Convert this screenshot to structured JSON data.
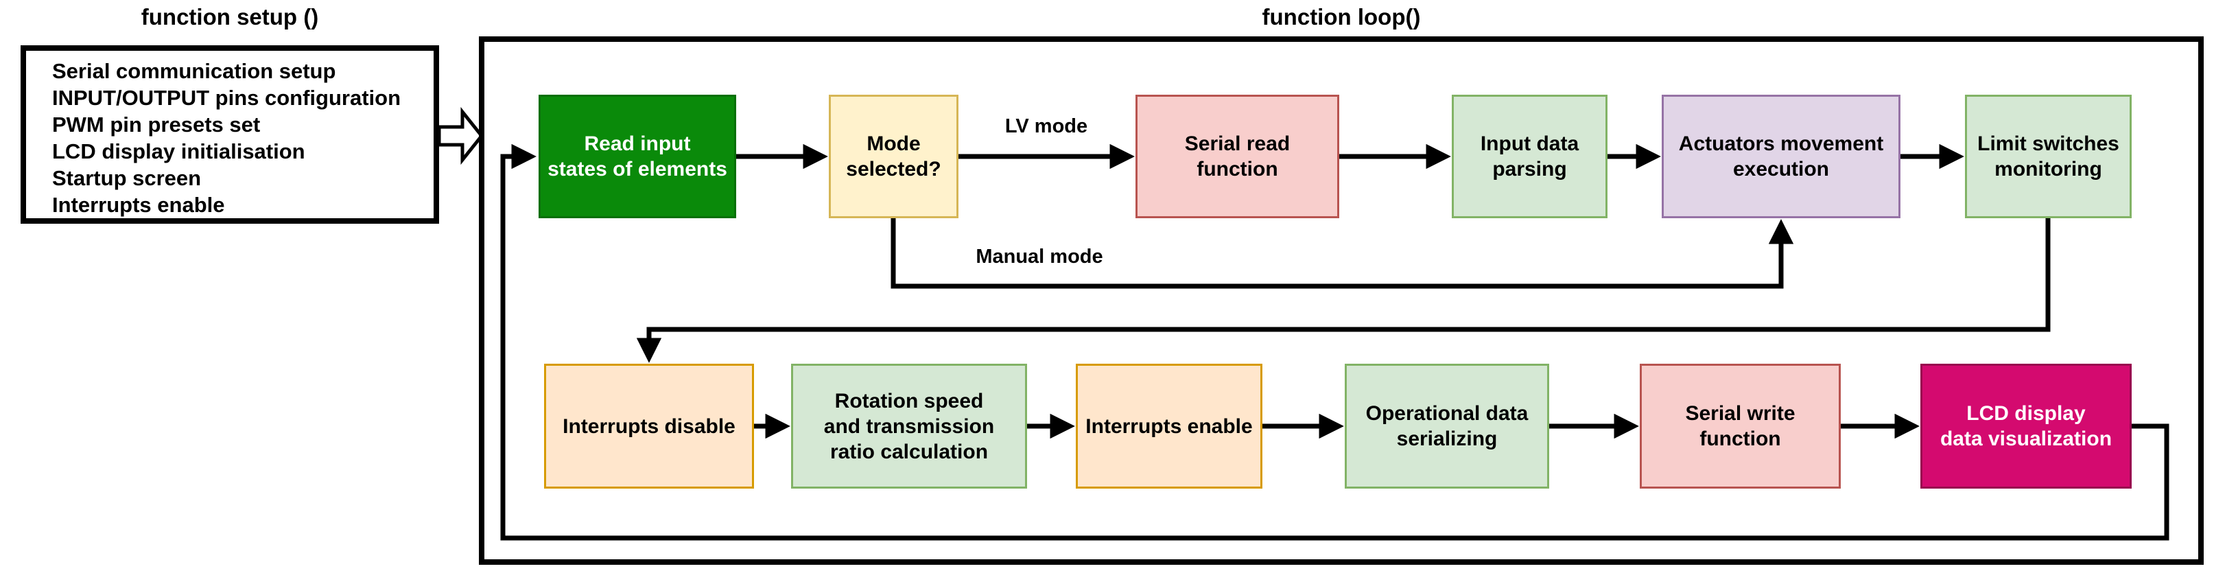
{
  "setup": {
    "title": "function setup ()",
    "items": [
      "Serial communication setup",
      "INPUT/OUTPUT pins configuration",
      "PWM pin presets set",
      "LCD display initialisation",
      "Startup screen",
      "Interrupts enable"
    ]
  },
  "loop": {
    "title": "function loop()",
    "row1": {
      "read_input": "Read input\nstates of elements",
      "mode_selected": "Mode\nselected?",
      "serial_read": "Serial read\nfunction",
      "input_parsing": "Input data\nparsing",
      "actuators": "Actuators movement\nexecution",
      "limit_switches": "Limit switches\nmonitoring"
    },
    "row2": {
      "interrupts_disable": "Interrupts disable",
      "rotation_speed": "Rotation speed\nand transmission\nratio calculation",
      "interrupts_enable": "Interrupts enable",
      "operational_data": "Operational data\nserializing",
      "serial_write": "Serial write\nfunction",
      "lcd_display": "LCD display\ndata visualization"
    },
    "edge_labels": {
      "lv_mode": "LV mode",
      "manual_mode": "Manual mode"
    }
  },
  "palette": {
    "solid_green_fill": "#0a8a0a",
    "solid_green_border": "#067006",
    "yellow_fill": "#fff2cc",
    "yellow_border": "#d6b656",
    "pink_fill": "#f8cecc",
    "pink_border": "#b85450",
    "light_green_fill": "#d5e8d4",
    "light_green_border": "#82b366",
    "purple_fill": "#e1d5e7",
    "purple_border": "#9673a6",
    "orange_fill": "#ffe6cc",
    "orange_border": "#d79b00",
    "magenta_fill": "#d40a6f",
    "magenta_border": "#99084f",
    "line_color": "#000000"
  }
}
